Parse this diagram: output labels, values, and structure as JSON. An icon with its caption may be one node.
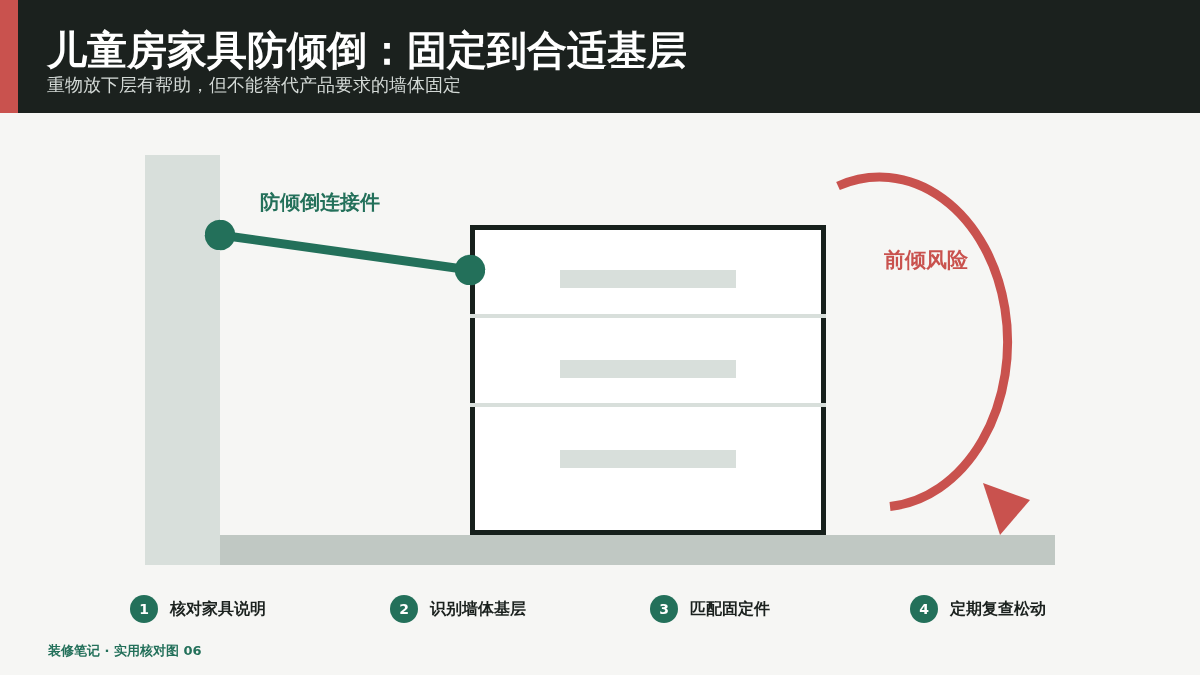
{
  "diagram": {
    "title": "儿童房家具防倾倒：固定到合适基层",
    "nodes": [
      {
        "text": [],
        "shape": "bar"
      },
      {
        "text": [],
        "shape": "picture"
      },
      {
        "text": [],
        "shape": "bar"
      },
      {
        "text": [
          "1"
        ],
        "beside": [
          "核对家具说明"
        ]
      },
      {
        "text": [
          "2"
        ],
        "beside": [
          "识别墙体基层"
        ]
      },
      {
        "text": [
          "3"
        ],
        "beside": [
          "匹配固定件"
        ]
      },
      {
        "text": [
          "4"
        ],
        "beside": [
          "定期复查松动"
        ]
      }
    ],
    "edges": [
      {
        "from": 0,
        "to": 1,
        "arrow": "other",
        "label": "防倾倒连接件",
        "color": "#23705a"
      }
    ],
    "labels": [
      "重物放下层有帮助，但不能替代产品要求的墙体固定",
      "前倾风险",
      "装修笔记 · 实用核对图 06"
    ]
  }
}
